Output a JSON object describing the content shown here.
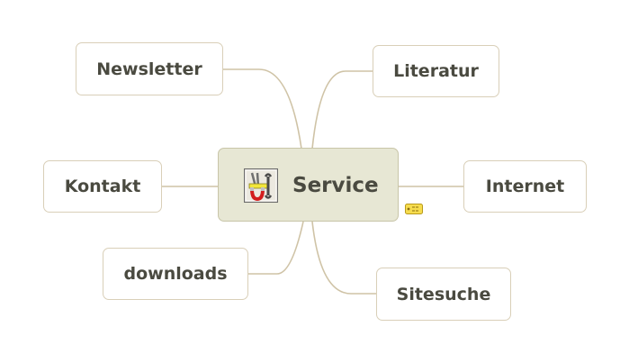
{
  "center": {
    "label": "Service",
    "icon": "toolbox-icon"
  },
  "branches": {
    "newsletter": "Newsletter",
    "kontakt": "Kontakt",
    "downloads": "downloads",
    "literatur": "Literatur",
    "internet": "Internet",
    "sitesuche": "Sitesuche"
  },
  "colors": {
    "center_fill": "#e7e7d4",
    "node_border": "#d9cfb8",
    "connector": "#cfc3a6",
    "text": "#4a4a40"
  },
  "icons": [
    "toolbox-icon",
    "tag-icon"
  ]
}
